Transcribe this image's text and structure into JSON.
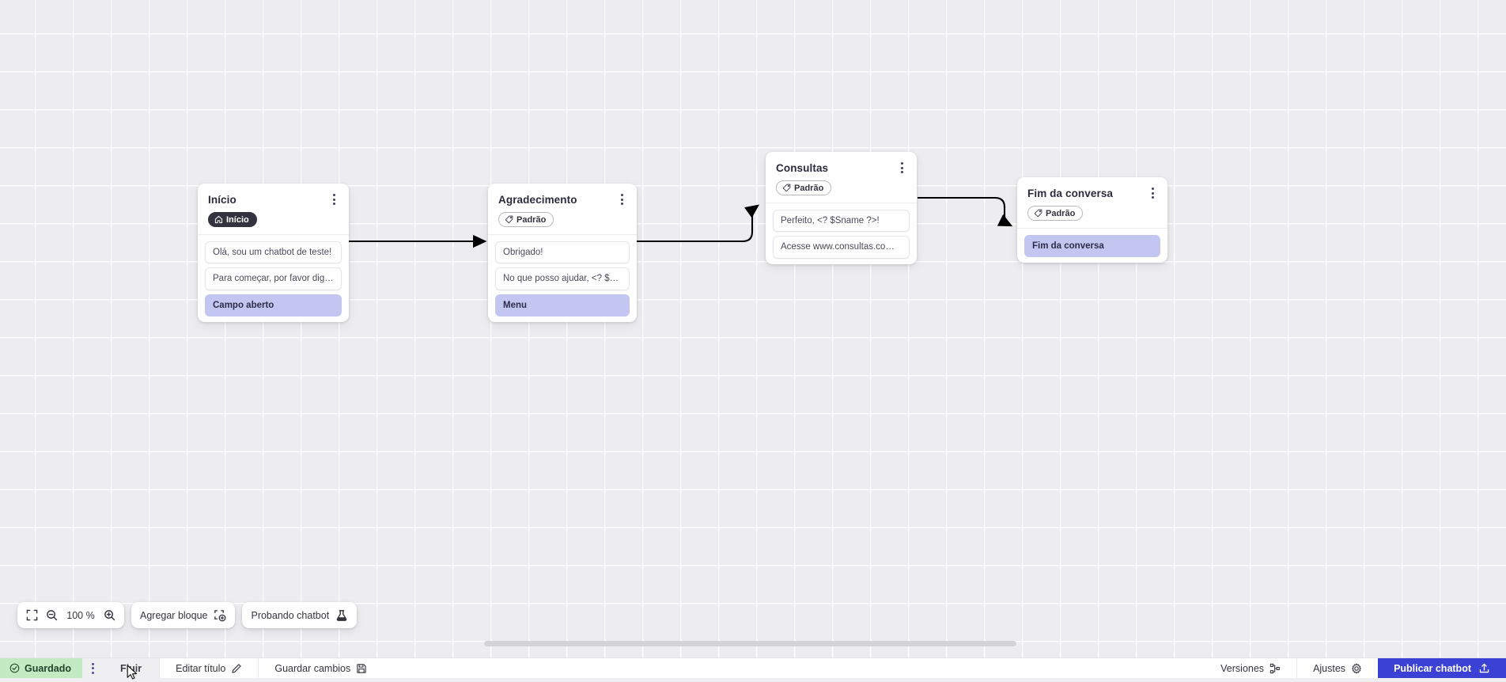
{
  "canvas": {
    "zoom_level": "100 %",
    "grid": true
  },
  "nodes": [
    {
      "id": "inicio",
      "title": "Início",
      "tag": {
        "label": "Início",
        "style": "dark",
        "icon": "home-icon"
      },
      "rows": [
        {
          "text": "Olá, sou um chatbot de teste!",
          "highlight": false
        },
        {
          "text": "Para começar, por favor digite o ...",
          "highlight": false
        },
        {
          "text": "Campo aberto",
          "highlight": true
        }
      ]
    },
    {
      "id": "agradecimento",
      "title": "Agradecimento",
      "tag": {
        "label": "Padrão",
        "style": "outline",
        "icon": "tag-icon"
      },
      "rows": [
        {
          "text": "Obrigado!",
          "highlight": false
        },
        {
          "text": "No que posso ajudar, <? $Sname ...",
          "highlight": false
        },
        {
          "text": "Menu",
          "highlight": true
        }
      ]
    },
    {
      "id": "consultas",
      "title": "Consultas",
      "tag": {
        "label": "Padrão",
        "style": "outline",
        "icon": "tag-icon"
      },
      "rows": [
        {
          "text": "Perfeito, <? $Sname ?>!",
          "highlight": false
        },
        {
          "text": "Acesse www.consultas.com par...",
          "highlight": false
        }
      ]
    },
    {
      "id": "fim",
      "title": "Fim da conversa",
      "tag": {
        "label": "Padrão",
        "style": "outline",
        "icon": "tag-icon"
      },
      "rows": [
        {
          "text": "Fim da conversa",
          "highlight": true
        }
      ]
    }
  ],
  "toolbar": {
    "fit_icon": "fit-screen-icon",
    "zoom_out_icon": "zoom-out-icon",
    "zoom_in_icon": "zoom-in-icon",
    "zoom_value": "100 %",
    "add_block_label": "Agregar bloque",
    "add_block_icon": "add-block-icon",
    "test_label": "Probando chatbot",
    "test_icon": "flask-icon"
  },
  "bottom_bar": {
    "saved_label": "Guardado",
    "saved_icon": "check-circle-icon",
    "menu_icon": "vertical-dots-icon",
    "flow_tab_label": "Fluir",
    "edit_title_label": "Editar título",
    "edit_title_icon": "pencil-icon",
    "save_changes_label": "Guardar cambios",
    "save_changes_icon": "save-icon",
    "versions_label": "Versiones",
    "versions_icon": "branch-icon",
    "settings_label": "Ajustes",
    "settings_icon": "gear-icon",
    "publish_label": "Publicar chatbot",
    "publish_icon": "upload-icon"
  },
  "colors": {
    "accent_blue": "#3C41D6",
    "highlight_lavender": "#C3C6F1",
    "saved_green": "#C3EBC3",
    "canvas_gray": "#EDECEF",
    "tag_dark": "#33333F"
  }
}
